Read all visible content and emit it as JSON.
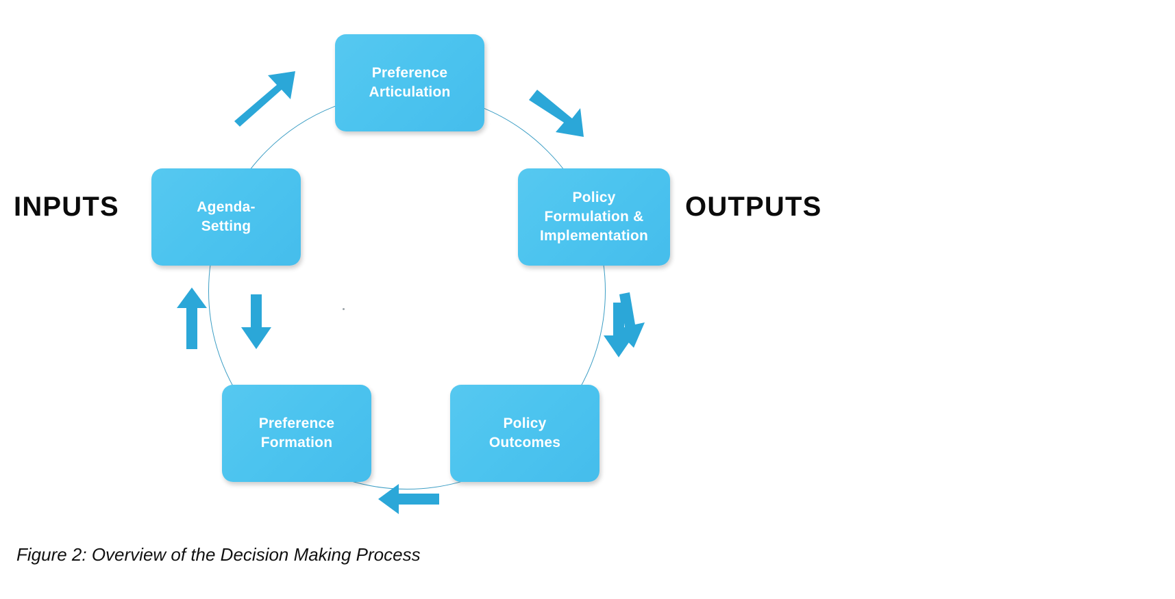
{
  "figure": {
    "caption": "Figure 2: Overview of the Decision Making Process",
    "type": "cyclical-process-diagram",
    "accent_color": "#4cc4ef",
    "ring_color": "#3b9dc4",
    "arrow_color": "#2ba7d8",
    "label_color": "#0b0b0b",
    "node_text_color": "#ffffff",
    "background": "#ffffff"
  },
  "side_labels": {
    "left": "INPUTS",
    "right": "OUTPUTS"
  },
  "nodes": [
    {
      "id": "preference-articulation",
      "label": "Preference\nArticulation",
      "position": "top"
    },
    {
      "id": "policy-formulation",
      "label": "Policy\nFormulation &\nImplementation",
      "position": "right"
    },
    {
      "id": "policy-outcomes",
      "label": "Policy\nOutcomes",
      "position": "bottom-right"
    },
    {
      "id": "preference-formation",
      "label": "Preference\nFormation",
      "position": "bottom-left"
    },
    {
      "id": "agenda-setting",
      "label": "Agenda-\nSetting",
      "position": "left"
    }
  ],
  "arrows": [
    {
      "id": "arrow-upper-left",
      "direction": "up-right",
      "meaning": "preference-formation to preference-articulation (outer)"
    },
    {
      "id": "arrow-upper-right",
      "direction": "down-right",
      "meaning": "preference-articulation to policy-formulation"
    },
    {
      "id": "arrow-left-outer-up",
      "direction": "up",
      "meaning": "preference-formation to agenda-setting (outer)"
    },
    {
      "id": "arrow-left-inner-down",
      "direction": "down",
      "meaning": "agenda-setting to preference-formation (inner)"
    },
    {
      "id": "arrow-right-inner-down",
      "direction": "down",
      "meaning": "policy-formulation to policy-outcomes (inner)"
    },
    {
      "id": "arrow-right-outer-down",
      "direction": "down",
      "meaning": "policy-formulation to policy-outcomes (outer)"
    },
    {
      "id": "arrow-bottom-left",
      "direction": "left",
      "meaning": "policy-outcomes to preference-formation"
    }
  ]
}
